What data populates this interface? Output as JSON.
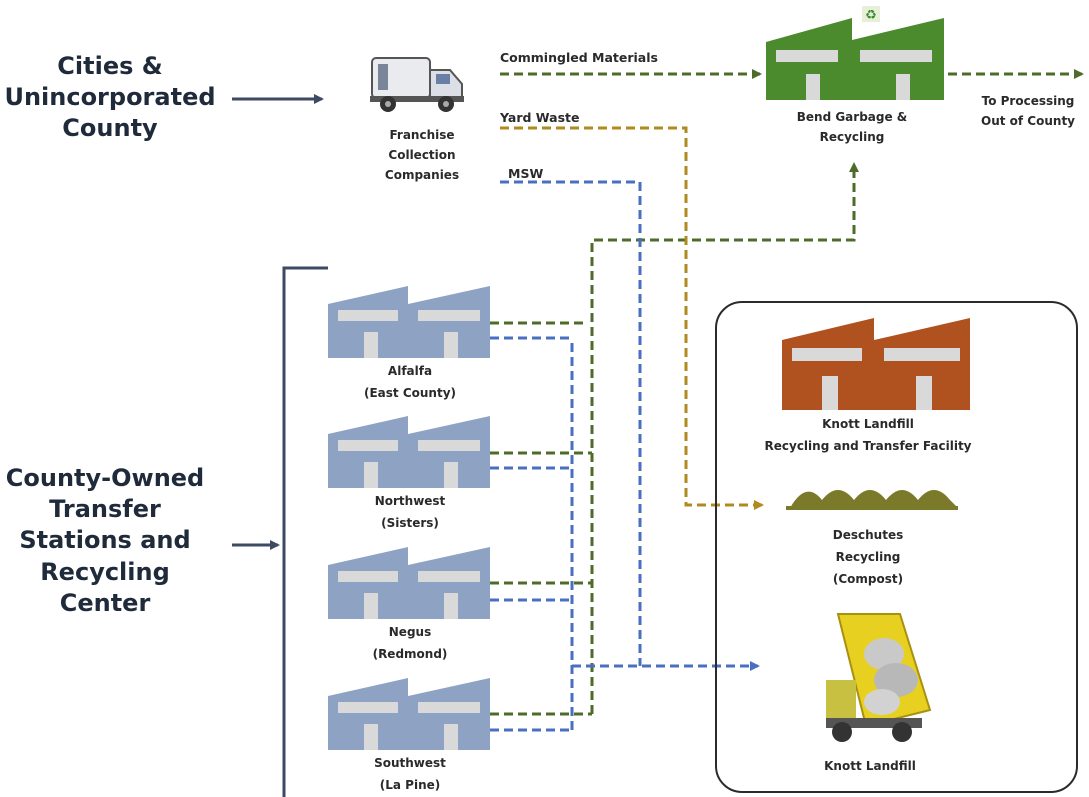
{
  "colors": {
    "green": "#4e6b2a",
    "yard": "#b08a1e",
    "blue": "#4a6fc0",
    "arrow_dark": "#3d4a63",
    "station_blue": "#8ea3c3",
    "bend_green": "#4c8a2e",
    "knott_brown": "#b0521f",
    "compost_olive": "#7a7a2a",
    "truck_yellow": "#e8d020"
  },
  "sources": {
    "cities_line1": "Cities &",
    "cities_line2": "Unincorporated",
    "cities_line3": "County",
    "county_line1": "County-Owned",
    "county_line2": "Transfer",
    "county_line3": "Stations and",
    "county_line4": "Recycling",
    "county_line5": "Center"
  },
  "franchise": {
    "icon": "garbage-truck-icon",
    "line1": "Franchise",
    "line2": "Collection",
    "line3": "Companies"
  },
  "streams": {
    "commingled": "Commingled Materials",
    "yard": "Yard Waste",
    "msw": "MSW"
  },
  "bend": {
    "icon": "recycling-icon",
    "line1": "Bend Garbage &",
    "line2": "Recycling"
  },
  "processing": {
    "line1": "To Processing",
    "line2": "Out of County"
  },
  "stations": [
    {
      "name": "Alfalfa",
      "sub": "(East County)"
    },
    {
      "name": "Northwest",
      "sub": "(Sisters)"
    },
    {
      "name": "Negus",
      "sub": "(Redmond)"
    },
    {
      "name": "Southwest",
      "sub": "(La Pine)"
    }
  ],
  "knott_facility": {
    "line1": "Knott Landfill",
    "line2": "Recycling  and Transfer Facility"
  },
  "compost": {
    "line1": "Deschutes",
    "line2": "Recycling",
    "line3": "(Compost)"
  },
  "landfill": {
    "icon": "dump-truck-icon",
    "label": "Knott  Landfill"
  }
}
